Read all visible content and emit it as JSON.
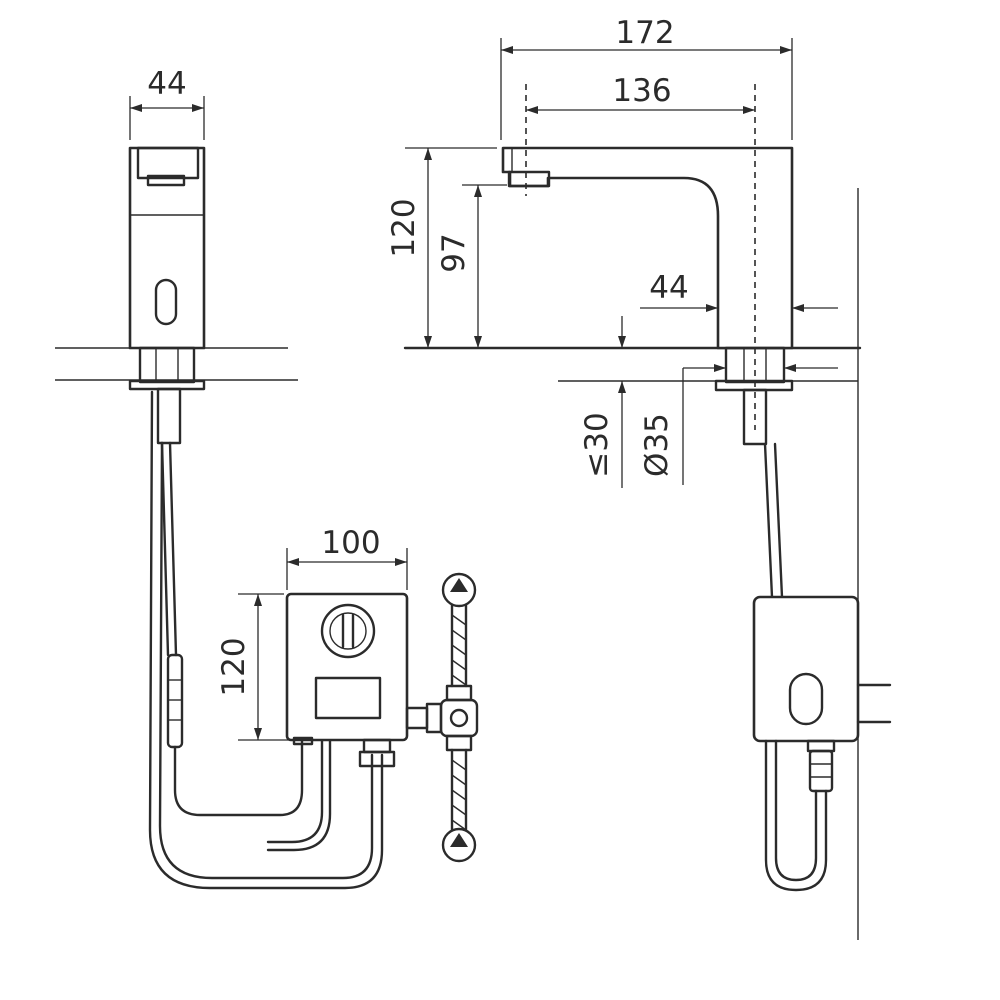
{
  "front_view": {
    "width_label": "44"
  },
  "side_view": {
    "overall_length_label": "172",
    "spout_reach_label": "136",
    "total_height_label": "120",
    "spout_height_label": "97",
    "body_width_label": "44",
    "deck_thickness_label": "≤30",
    "hole_diameter_label": "Ø35"
  },
  "control_box": {
    "width_label": "100",
    "height_label": "120"
  },
  "colors": {
    "line": "#2b2b2b",
    "background": "#ffffff"
  }
}
